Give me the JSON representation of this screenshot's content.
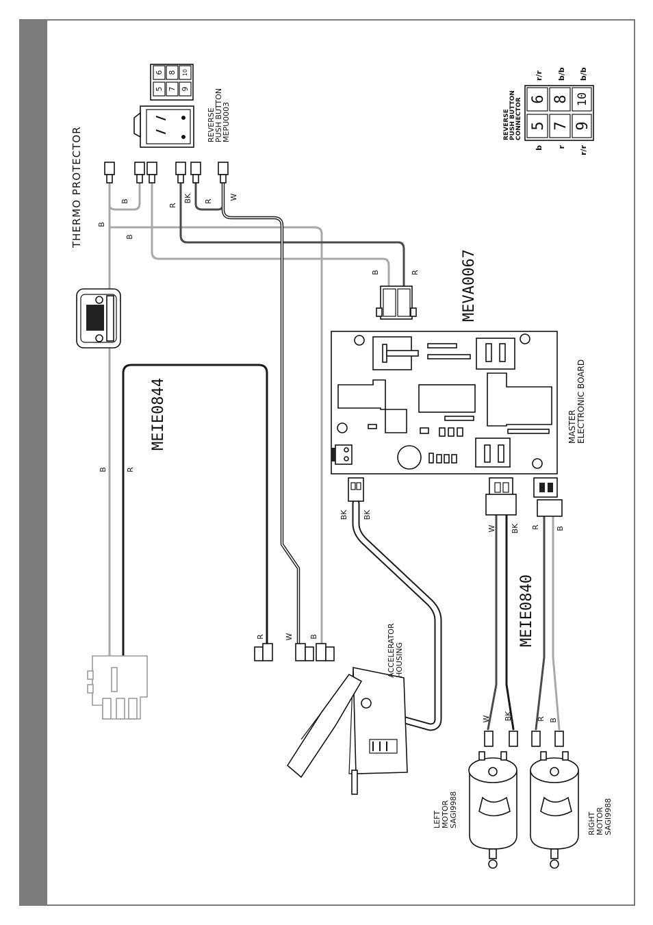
{
  "labels": {
    "thermo_protector": "THERMO PROTECTOR",
    "reverse_button": [
      "REVERSE",
      "PUSH BUTTON",
      "MEPU0003"
    ],
    "connector_title": [
      "REVERSE",
      "PUSH BUTTON",
      "CONNECTOR"
    ],
    "meva": "MEVA0067",
    "meie0844": "MEIE0844",
    "meie0840": "MEIE0840",
    "master_board": [
      "MASTER",
      "ELECTRONIC BOARD"
    ],
    "accelerator": [
      "ACCELERATOR",
      "HOUSING"
    ],
    "left_motor": [
      "LEFT",
      "MOTOR",
      "SAGI9988"
    ],
    "right_motor": [
      "RIGHT",
      "MOTOR",
      "SAGI9988"
    ]
  },
  "button_pins": [
    "5",
    "6",
    "7",
    "8",
    "9",
    "10"
  ],
  "connector_pins": [
    "5",
    "6",
    "7",
    "8",
    "9",
    "10"
  ],
  "connector_side_labels": {
    "top": [
      "r/r",
      "b/b",
      "b/b"
    ],
    "bottom": [
      "b",
      "r",
      "r/r"
    ]
  },
  "wire_codes": {
    "B": "B",
    "R": "R",
    "BK": "BK",
    "W": "W"
  },
  "colors": {
    "wire_black": "#1a1a1a",
    "wire_dark_gray": "#4a4a4a",
    "wire_light_gray": "#a8a8a8",
    "sidebar": "#7d7d7d"
  }
}
